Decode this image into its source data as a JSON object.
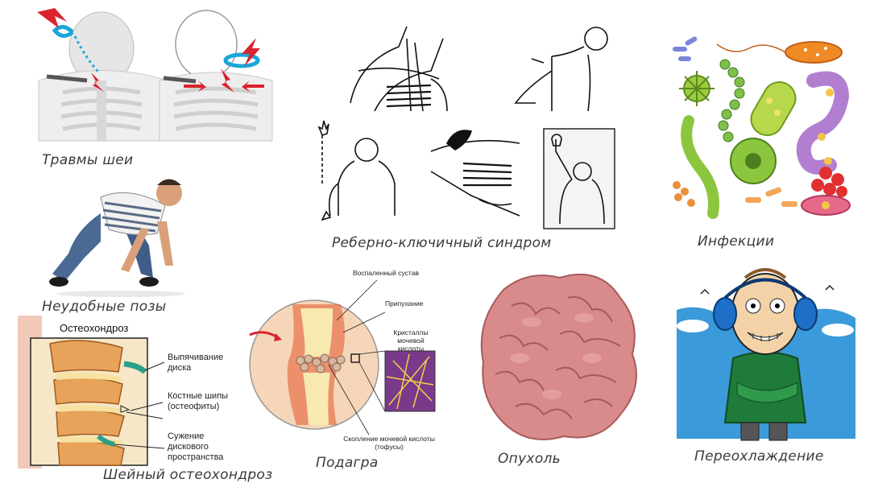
{
  "captions": {
    "neck_injury": "Травмы шеи",
    "costoclavicular": "Реберно-ключичный синдром",
    "infections": "Инфекции",
    "awkward_poses": "Неудобные позы",
    "cervical_osteo": "Шейный остеохондроз",
    "gout": "Подагра",
    "tumor": "Опухоль",
    "hypothermia": "Переохлаждение"
  },
  "osteo_diagram": {
    "title": "Остеохондроз",
    "labels": [
      "Выпячивание диска",
      "Костные шипы (остеофиты)",
      "Сужение дискового пространства"
    ]
  },
  "gout_diagram": {
    "labels": {
      "joint": "Воспаленный сустав",
      "swelling": "Припухание",
      "crystals": "Кристаллы мочевой кислоты",
      "tophi": "Скопление мочевой кислоты (тофусы)"
    }
  },
  "colors": {
    "injury_red": "#d9232d",
    "injury_blue": "#1aa6d8",
    "bacteria_green": "#8cc63f",
    "bacteria_orange": "#f08a24",
    "spine_orange": "#e8a25a",
    "gout_red": "#e4572e",
    "tumor_pink": "#d98a8a",
    "sky_blue": "#3b9ad9"
  }
}
